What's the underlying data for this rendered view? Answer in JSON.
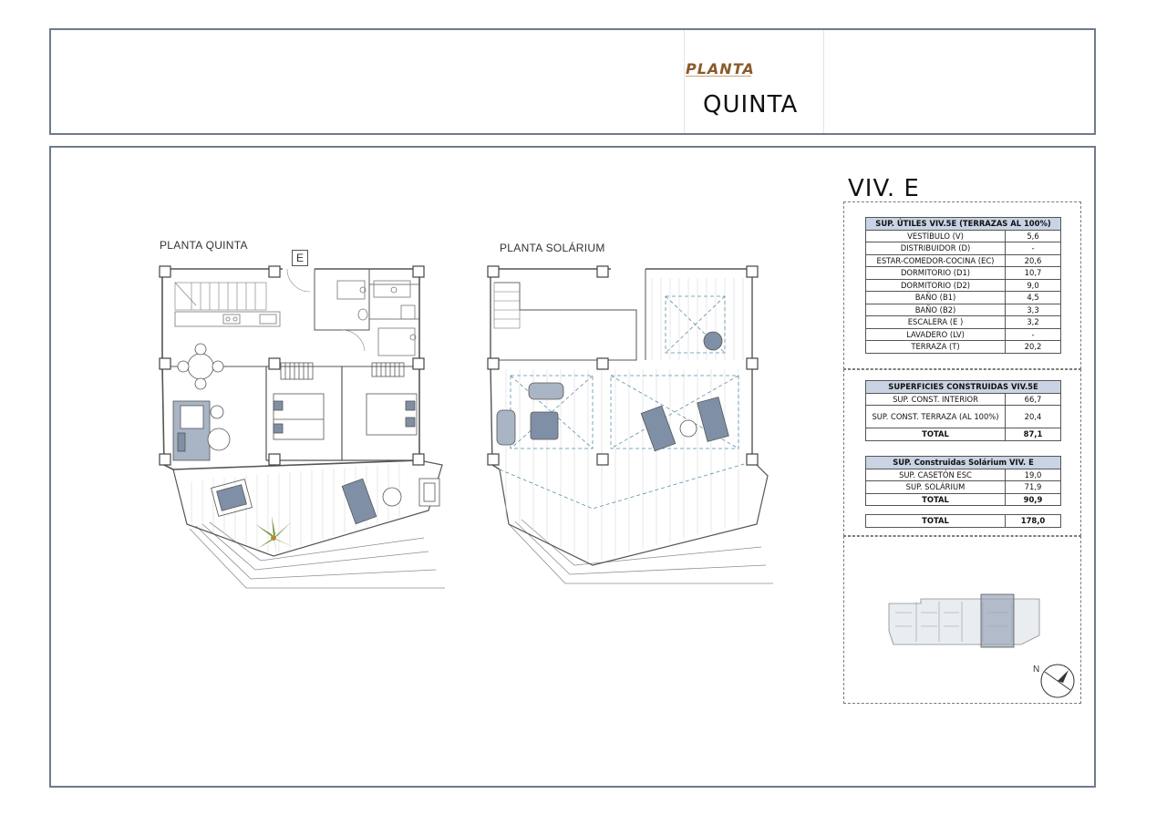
{
  "header": {
    "planta_label": "PLANTA",
    "floor_name": "QUINTA"
  },
  "plans": {
    "floor_label": "PLANTA QUINTA",
    "unit_tag": "E",
    "solarium_label": "PLANTA SOLÁRIUM"
  },
  "unit": {
    "title": "VIV. E"
  },
  "table_useful": {
    "header": "SUP. ÚTILES VIV.5E (TERRAZAS AL 100%)",
    "rows": [
      {
        "label": "VESTÍBULO  (V)",
        "value": "5,6"
      },
      {
        "label": "DISTRIBUIDOR (D)",
        "value": "-"
      },
      {
        "label": "ESTAR-COMEDOR-COCINA (EC)",
        "value": "20,6"
      },
      {
        "label": "DORMITORIO (D1)",
        "value": "10,7"
      },
      {
        "label": "DORMITORIO (D2)",
        "value": "9,0"
      },
      {
        "label": "BAÑO (B1)",
        "value": "4,5"
      },
      {
        "label": "BAÑO (B2)",
        "value": "3,3"
      },
      {
        "label": "ESCALERA (E )",
        "value": "3,2"
      },
      {
        "label": "LAVADERO (LV)",
        "value": "-"
      },
      {
        "label": "TERRAZA (T)",
        "value": "20,2"
      }
    ]
  },
  "table_built": {
    "header": "SUPERFICIES CONSTRUIDAS VIV.5E",
    "interior_label": "SUP. CONST. INTERIOR",
    "interior_value": "66,7",
    "terrace_label": "SUP. CONST. TERRAZA (AL 100%)",
    "terrace_value": "20,4",
    "total_label": "TOTAL",
    "total_value": "87,1"
  },
  "table_solarium": {
    "header": "SUP. Construidas Solárium VIV. E",
    "caseton_label": "SUP. CASETÓN ESC",
    "caseton_value": "19,0",
    "solarium_label": "SUP. SOLÁRIUM",
    "solarium_value": "71,9",
    "total_label": "TOTAL",
    "total_value": "90,9"
  },
  "table_grand": {
    "total_label": "TOTAL",
    "total_value": "178,0"
  },
  "key_plan": {
    "north_label": "N"
  },
  "colors": {
    "frame": "#6f7a8c",
    "table_header": "#c9d3e3",
    "furniture": "#7f8fa6",
    "brand": "#8a5a2b"
  }
}
